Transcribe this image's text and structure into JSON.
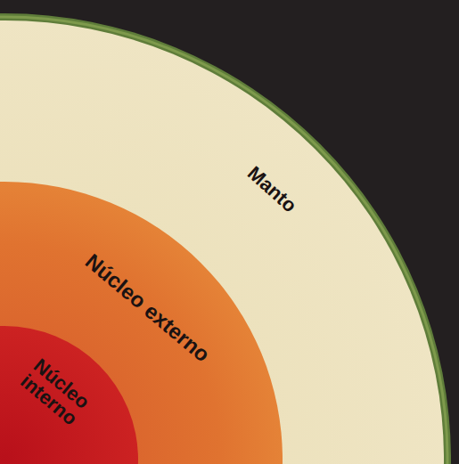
{
  "diagram": {
    "nodes": [
      {
        "text": [
          "Manto"
        ]
      },
      {
        "text": [
          "Núcleo externo"
        ],
        "in": 0
      },
      {
        "text": [
          "Núcleo interno"
        ],
        "in": 1
      }
    ]
  }
}
